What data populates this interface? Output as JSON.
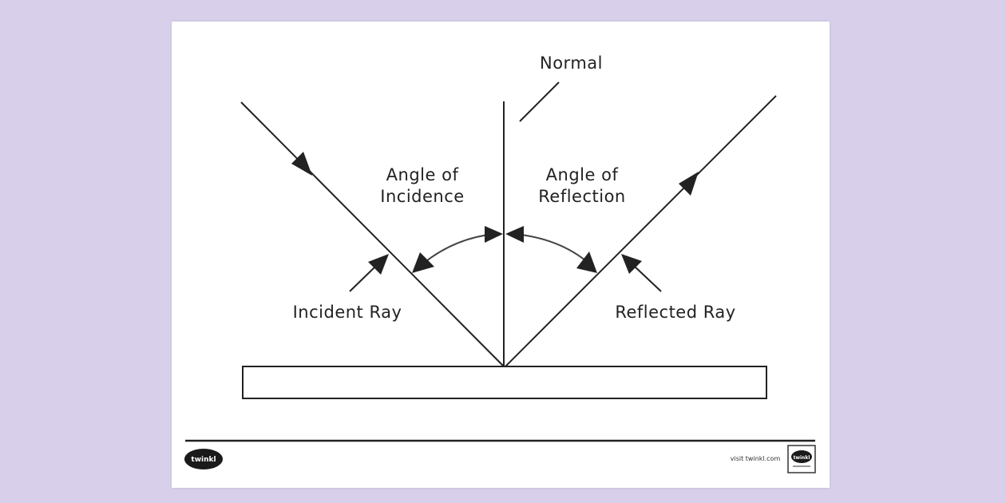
{
  "diagram": {
    "labels": {
      "normal": "Normal",
      "angle_incidence_line1": "Angle of",
      "angle_incidence_line2": "Incidence",
      "angle_reflection_line1": "Angle of",
      "angle_reflection_line2": "Reflection",
      "incident_ray": "Incident Ray",
      "reflected_ray": "Reflected Ray"
    }
  },
  "footer": {
    "logo_text": "twinkl",
    "url": "visit twinkl.com",
    "badge_text": "twinkl"
  },
  "colors": {
    "background": "#d8d0ea",
    "page": "#ffffff",
    "ink": "#222222"
  }
}
